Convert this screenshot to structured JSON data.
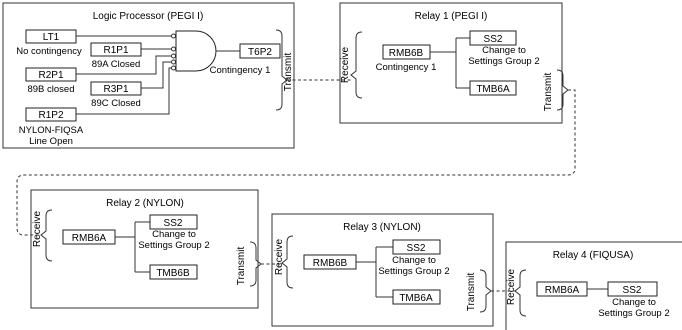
{
  "logic_processor": {
    "title": "Logic Processor (PEGI I)",
    "lt1": "LT1",
    "lt1_caption": "No contingency",
    "r1p1": "R1P1",
    "r1p1_caption": "89A Closed",
    "r2p1": "R2P1",
    "r2p1_caption": "89B closed",
    "r3p1": "R3P1",
    "r3p1_caption": "89C Closed",
    "r1p2": "R1P2",
    "r1p2_caption_line1": "NYLON-FIQSA",
    "r1p2_caption_line2": "Line Open",
    "t6p2": "T6P2",
    "t6p2_caption": "Contingency 1",
    "transmit": "Transmit"
  },
  "relay1": {
    "title": "Relay 1 (PEGI I)",
    "receive": "Receive",
    "rmb": "RMB6B",
    "rmb_caption": "Contingency 1",
    "ss2": "SS2",
    "ss2_caption_line1": "Change to",
    "ss2_caption_line2": "Settings Group 2",
    "tmb": "TMB6A",
    "transmit": "Transmit"
  },
  "relay2": {
    "title": "Relay 2 (NYLON)",
    "receive": "Receive",
    "rmb": "RMB6A",
    "ss2": "SS2",
    "ss2_caption_line1": "Change to",
    "ss2_caption_line2": "Settings Group 2",
    "tmb": "TMB6B",
    "transmit": "Transmit"
  },
  "relay3": {
    "title": "Relay 3 (NYLON)",
    "receive": "Receive",
    "rmb": "RMB6B",
    "ss2": "SS2",
    "ss2_caption_line1": "Change to",
    "ss2_caption_line2": "Settings Group 2",
    "tmb": "TMB6A",
    "transmit": "Transmit"
  },
  "relay4": {
    "title": "Relay 4 (FIQUSA)",
    "receive": "Receive",
    "rmb": "RMB6A",
    "ss2": "SS2",
    "ss2_caption_line1": "Change to",
    "ss2_caption_line2": "Settings Group 2"
  }
}
